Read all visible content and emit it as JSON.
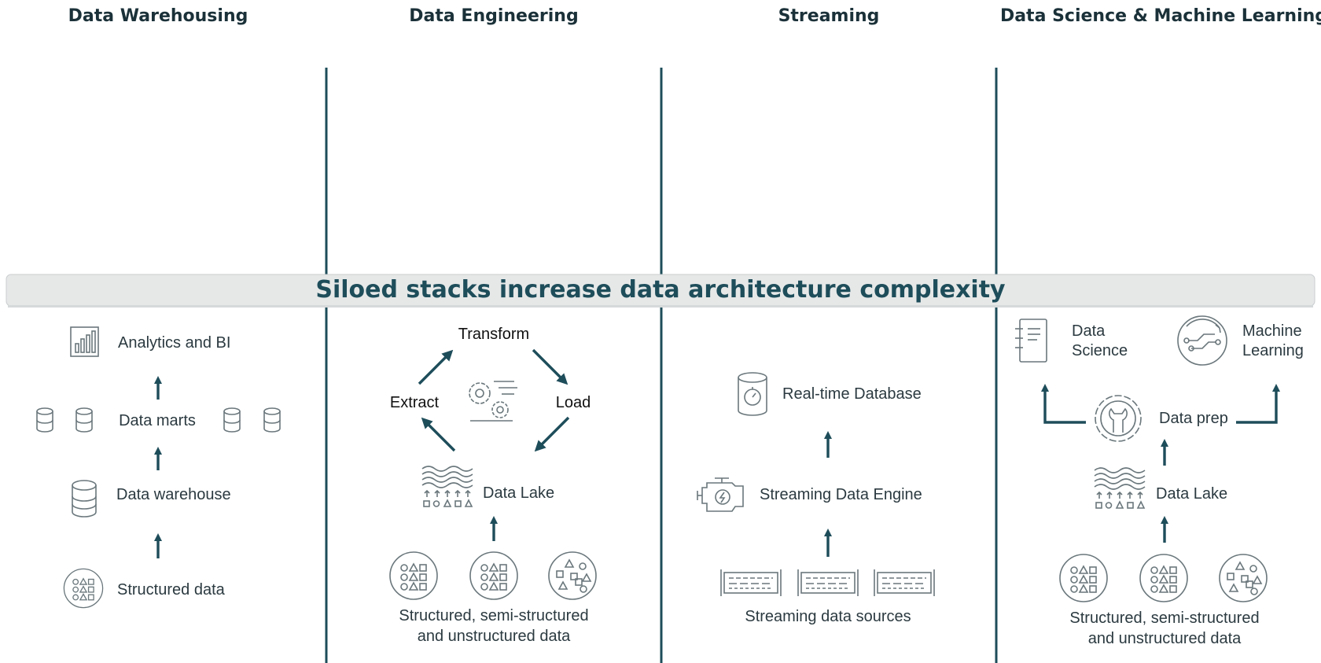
{
  "colors": {
    "accent": "#1e4d5a",
    "heading": "#1b3139",
    "icon": "#6a777c",
    "banner_bg": "#e6e8e8"
  },
  "headers": [
    "Data Warehousing",
    "Data Engineering",
    "Streaming",
    "Data Science & Machine Learning"
  ],
  "banner": "Siloed stacks increase data architecture complexity",
  "warehousing": {
    "analytics": "Analytics and BI",
    "marts": "Data marts",
    "warehouse": "Data warehouse",
    "structured": "Structured data"
  },
  "engineering": {
    "transform": "Transform",
    "extract": "Extract",
    "load": "Load",
    "lake": "Data Lake",
    "sources_line1": "Structured, semi-structured",
    "sources_line2": "and unstructured data"
  },
  "streaming": {
    "realtime": "Real-time Database",
    "engine": "Streaming Data Engine",
    "sources": "Streaming data sources"
  },
  "science": {
    "ds_line1": "Data",
    "ds_line2": "Science",
    "ml_line1": "Machine",
    "ml_line2": "Learning",
    "prep": "Data prep",
    "lake": "Data Lake",
    "sources_line1": "Structured, semi-structured",
    "sources_line2": "and unstructured data"
  },
  "icons": [
    "bar-chart-icon",
    "database-icon",
    "circle-shapes-icon",
    "gears-icon",
    "data-lake-icon",
    "stopwatch-database-icon",
    "engine-icon",
    "stream-source-icon",
    "notebook-icon",
    "ml-circuit-icon",
    "wrench-gear-icon"
  ]
}
